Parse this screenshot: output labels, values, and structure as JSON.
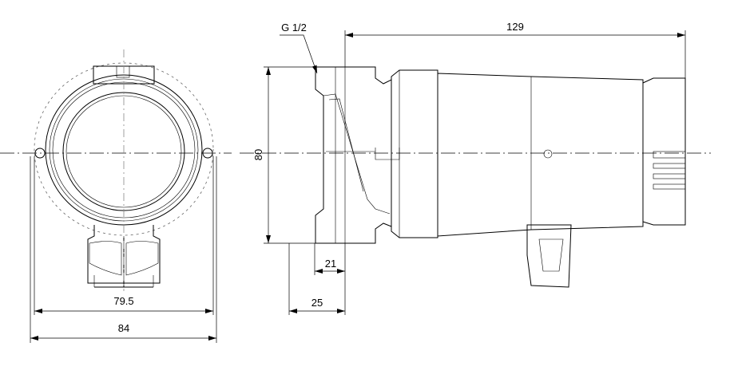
{
  "drawing": {
    "labels": {
      "thread": "G 1/2",
      "length": "129",
      "height": "80",
      "port_depth": "21",
      "inlet_offset": "25",
      "width_inner": "79.5",
      "width_outer": "84"
    },
    "units": "mm"
  }
}
